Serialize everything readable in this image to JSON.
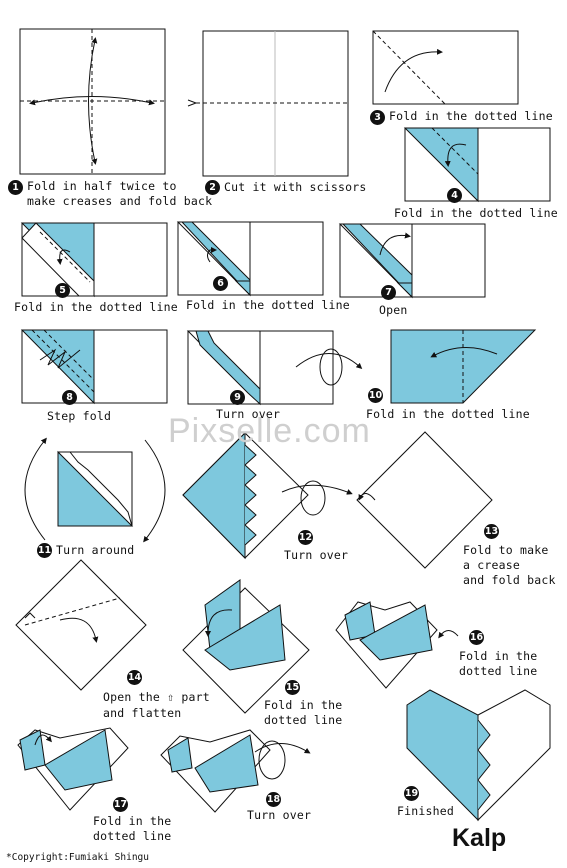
{
  "title": "Kalp",
  "watermark": "Pixselle.com",
  "copyright": "*Copyright:Fumiaki Shingu",
  "colors": {
    "paper_blue": "#7ec8dd",
    "line": "#111111"
  },
  "steps": [
    {
      "n": "1",
      "lines": [
        "Fold in half twice to",
        "make creases and fold back"
      ]
    },
    {
      "n": "2",
      "lines": [
        "Cut it with scissors"
      ]
    },
    {
      "n": "3",
      "lines": [
        "Fold in the dotted line"
      ]
    },
    {
      "n": "4",
      "lines": [
        "Fold in the dotted line"
      ]
    },
    {
      "n": "5",
      "lines": [
        "Fold in the dotted line"
      ]
    },
    {
      "n": "6",
      "lines": [
        "Fold in the dotted line"
      ]
    },
    {
      "n": "7",
      "lines": [
        "Open"
      ]
    },
    {
      "n": "8",
      "lines": [
        "Step fold"
      ]
    },
    {
      "n": "9",
      "lines": [
        "Turn over"
      ]
    },
    {
      "n": "10",
      "lines": [
        "Fold in the dotted line"
      ]
    },
    {
      "n": "11",
      "lines": [
        "Turn around"
      ]
    },
    {
      "n": "12",
      "lines": [
        "Turn over"
      ]
    },
    {
      "n": "13",
      "lines": [
        "Fold to make",
        "a crease",
        "and fold back"
      ]
    },
    {
      "n": "14",
      "lines": [
        "Open the ⇧ part",
        "and flatten"
      ]
    },
    {
      "n": "15",
      "lines": [
        "Fold in the",
        "dotted line"
      ]
    },
    {
      "n": "16",
      "lines": [
        "Fold in the",
        "dotted line"
      ]
    },
    {
      "n": "17",
      "lines": [
        "Fold in the",
        "dotted line"
      ]
    },
    {
      "n": "18",
      "lines": [
        "Turn over"
      ]
    },
    {
      "n": "19",
      "lines": [
        "Finished"
      ]
    }
  ]
}
